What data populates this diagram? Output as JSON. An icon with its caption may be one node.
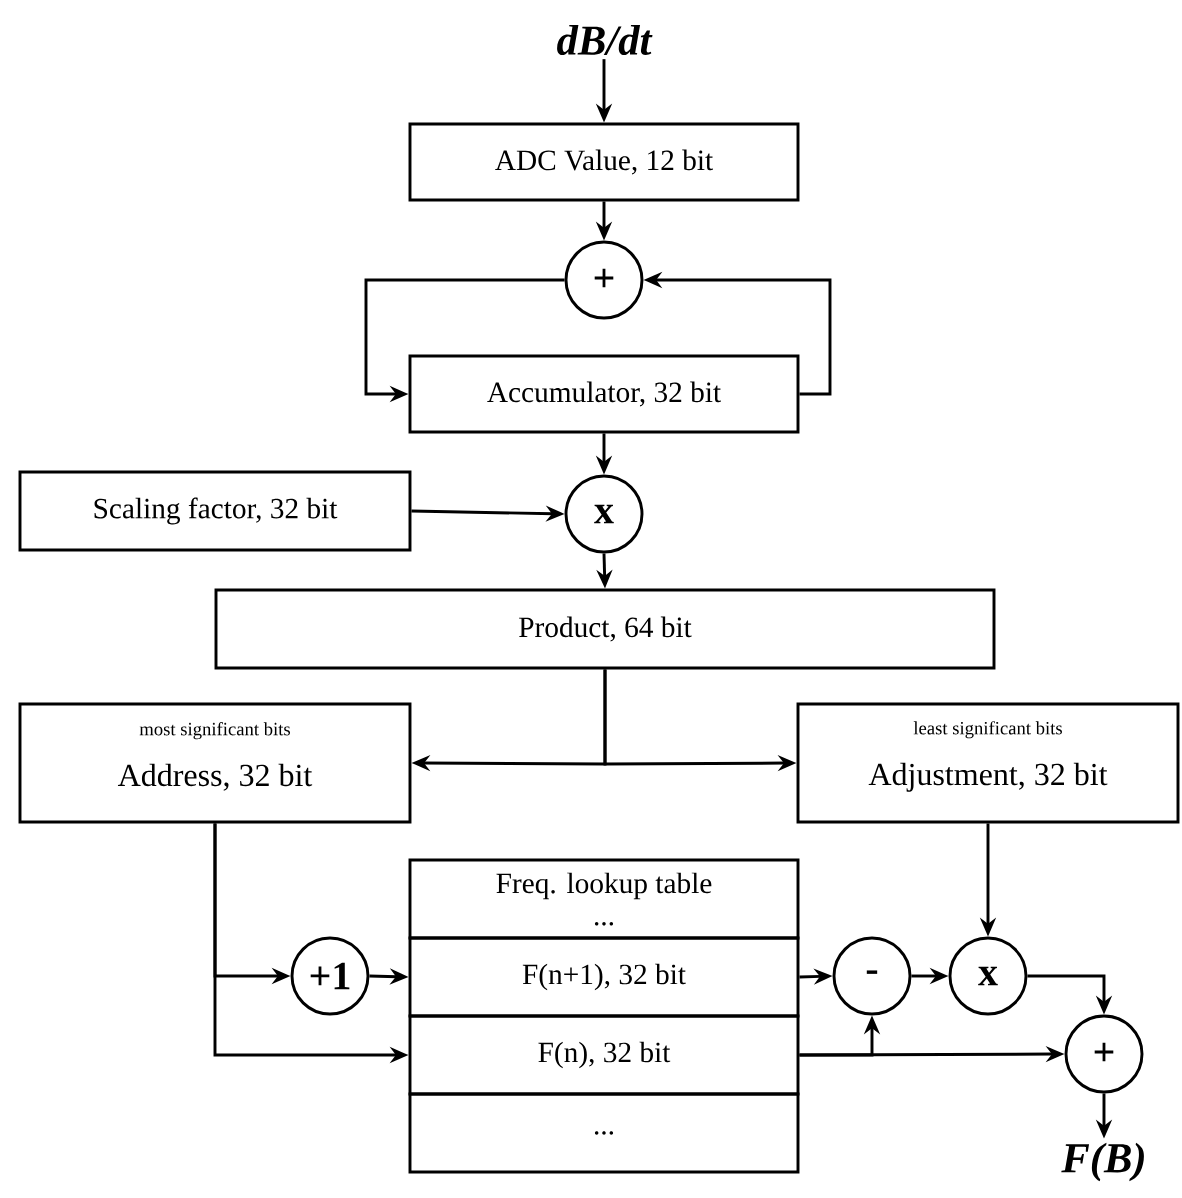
{
  "diagram": {
    "nodes": [
      {
        "text": [
          "dB/dt"
        ]
      },
      {
        "text": [
          "ADC Value, 12 bit"
        ]
      },
      {
        "text": [
          "+"
        ]
      },
      {
        "text": [
          "Accumulator, 32 bit"
        ]
      },
      {
        "text": [
          "Scaling factor, 32 bit"
        ]
      },
      {
        "text": [
          "x"
        ]
      },
      {
        "text": [
          "Product, 64 bit"
        ]
      },
      {
        "text": [
          "most significant bits",
          "Address, 32 bit"
        ]
      },
      {
        "text": [
          "least significant bits",
          "Adjustment, 32 bit"
        ]
      },
      {
        "text": [
          "Freq. lookup table",
          "..."
        ]
      },
      {
        "text": [
          "F(n+1), 32 bit"
        ]
      },
      {
        "text": [
          "F(n), 32 bit"
        ]
      },
      {
        "text": [
          "..."
        ]
      },
      {
        "text": [
          "+1"
        ]
      },
      {
        "text": [
          "-"
        ]
      },
      {
        "text": [
          "x"
        ]
      },
      {
        "text": [
          "+"
        ]
      },
      {
        "text": [
          "F(B)"
        ]
      }
    ],
    "edges": [
      {
        "from": 0,
        "to": 1,
        "arrow": "to"
      },
      {
        "from": 1,
        "to": 2,
        "arrow": "to"
      },
      {
        "from": 2,
        "to": 3,
        "arrow": "to"
      },
      {
        "from": 3,
        "to": 2,
        "arrow": "to"
      },
      {
        "from": 3,
        "to": 5,
        "arrow": "to"
      },
      {
        "from": 4,
        "to": 5,
        "arrow": "to"
      },
      {
        "from": 5,
        "to": 6,
        "arrow": "to"
      },
      {
        "from": 6,
        "to": 7,
        "arrow": "to"
      },
      {
        "from": 6,
        "to": 8,
        "arrow": "to"
      },
      {
        "from": 7,
        "to": 13,
        "arrow": "to"
      },
      {
        "from": 7,
        "to": 11,
        "arrow": "to"
      },
      {
        "from": 13,
        "to": 10,
        "arrow": "to"
      },
      {
        "from": 10,
        "to": 14,
        "arrow": "to"
      },
      {
        "from": 14,
        "to": 15,
        "arrow": "to"
      },
      {
        "from": 8,
        "to": 15,
        "arrow": "to"
      },
      {
        "from": 11,
        "to": 14,
        "arrow": "to"
      },
      {
        "from": 11,
        "to": 16,
        "arrow": "to"
      },
      {
        "from": 15,
        "to": 16,
        "arrow": "to"
      },
      {
        "from": 16,
        "to": 17,
        "arrow": "to"
      }
    ]
  }
}
